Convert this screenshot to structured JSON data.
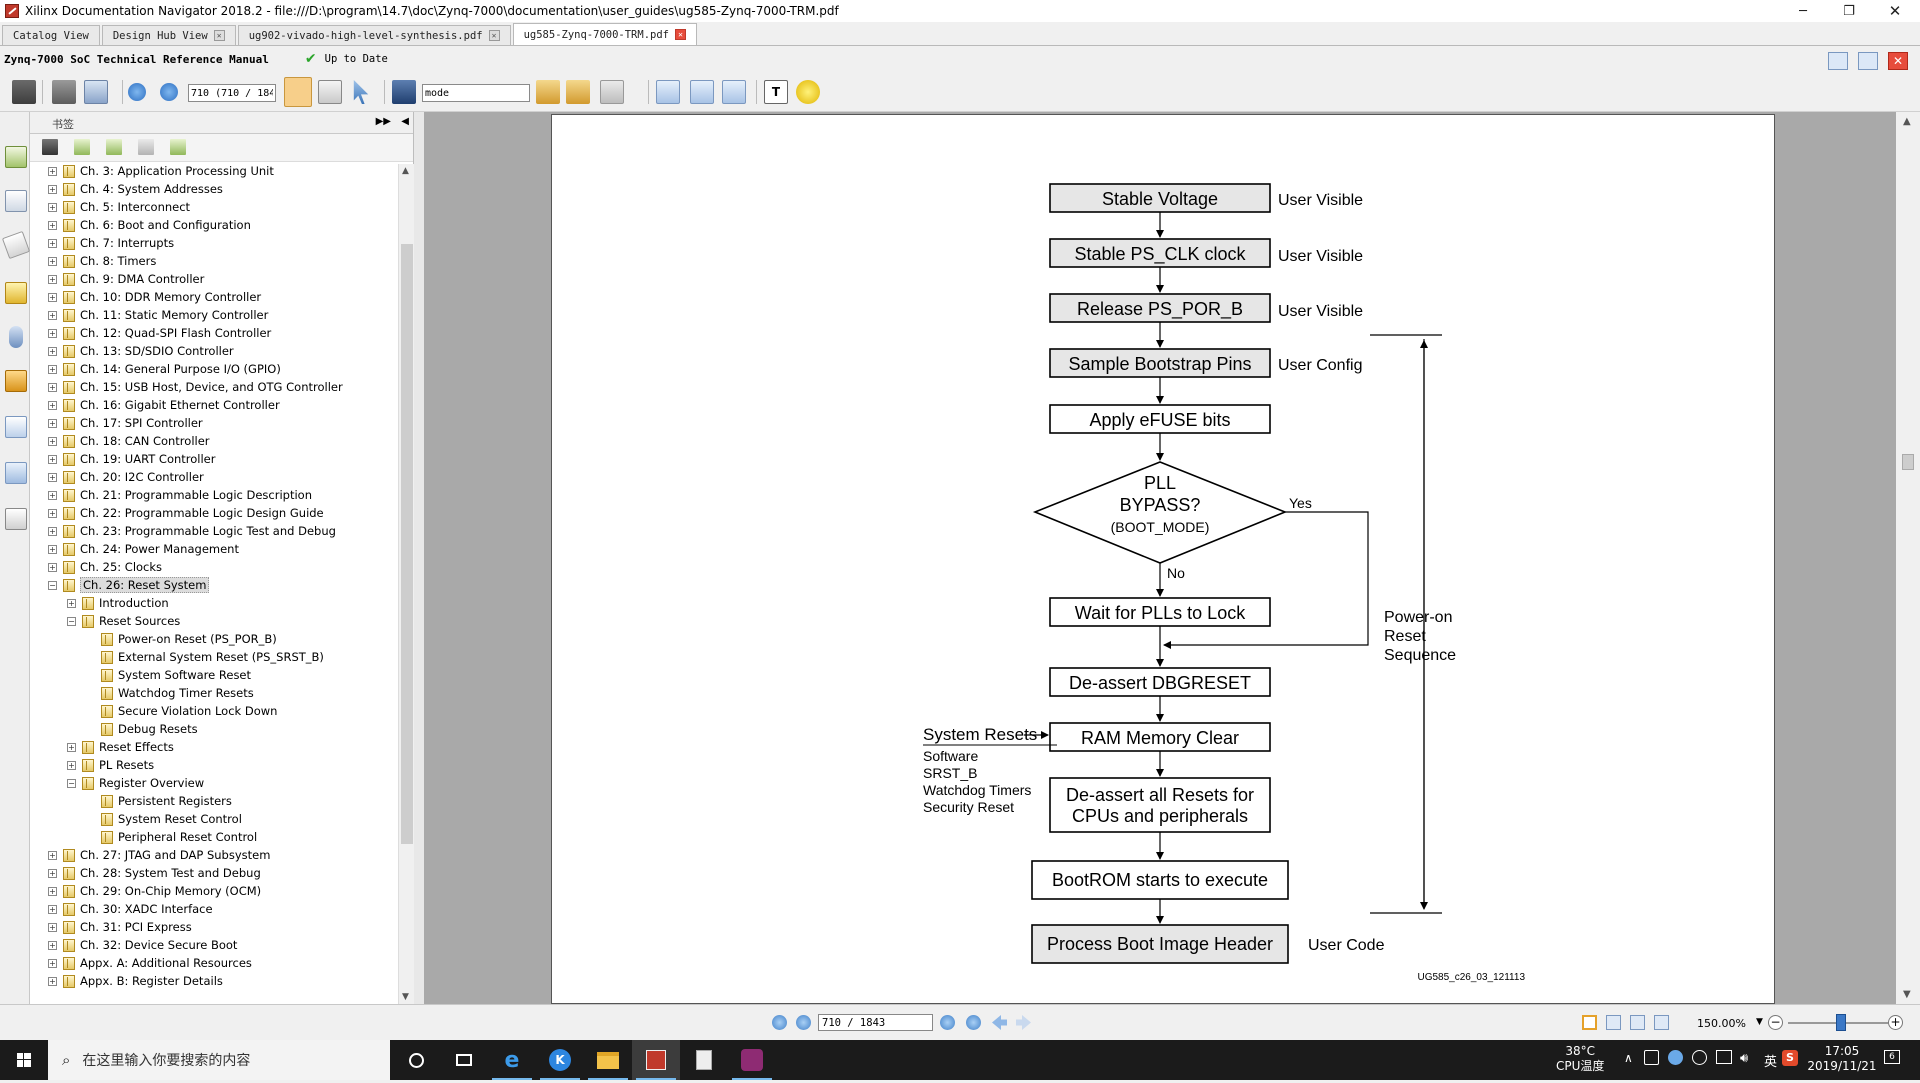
{
  "window": {
    "title": "Xilinx Documentation Navigator 2018.2 - file:///D:\\program\\14.7\\doc\\Zynq-7000\\documentation\\user_guides\\ug585-Zynq-7000-TRM.pdf"
  },
  "tabs": [
    {
      "label": "Catalog View"
    },
    {
      "label": "Design Hub View"
    },
    {
      "label": "ug902-vivado-high-level-synthesis.pdf"
    },
    {
      "label": "ug585-Zynq-7000-TRM.pdf"
    }
  ],
  "doc_header": {
    "title": "Zynq-7000 SoC Technical Reference Manual",
    "status": "Up to Date"
  },
  "toolbar": {
    "page_field": "710 (710 / 184",
    "search_field": "mode"
  },
  "bookmarks": {
    "panel_label": "书签",
    "items": [
      {
        "label": "Ch. 3: Application Processing Unit"
      },
      {
        "label": "Ch. 4: System Addresses"
      },
      {
        "label": "Ch. 5: Interconnect"
      },
      {
        "label": "Ch. 6: Boot and Configuration"
      },
      {
        "label": "Ch. 7: Interrupts"
      },
      {
        "label": "Ch. 8: Timers"
      },
      {
        "label": "Ch. 9: DMA Controller"
      },
      {
        "label": "Ch. 10: DDR Memory Controller"
      },
      {
        "label": "Ch. 11: Static Memory Controller"
      },
      {
        "label": "Ch. 12: Quad-SPI Flash Controller"
      },
      {
        "label": "Ch. 13: SD/SDIO Controller"
      },
      {
        "label": "Ch. 14: General Purpose I/O (GPIO)"
      },
      {
        "label": "Ch. 15: USB Host, Device, and OTG Controller"
      },
      {
        "label": "Ch. 16: Gigabit Ethernet Controller"
      },
      {
        "label": "Ch. 17: SPI Controller"
      },
      {
        "label": "Ch. 18: CAN Controller"
      },
      {
        "label": "Ch. 19: UART Controller"
      },
      {
        "label": "Ch. 20: I2C Controller"
      },
      {
        "label": "Ch. 21: Programmable Logic Description"
      },
      {
        "label": "Ch. 22: Programmable Logic Design Guide"
      },
      {
        "label": "Ch. 23: Programmable Logic Test and Debug"
      },
      {
        "label": "Ch. 24: Power Management"
      },
      {
        "label": "Ch. 25: Clocks"
      },
      {
        "label": "Ch. 26: Reset System"
      },
      {
        "label": "Introduction"
      },
      {
        "label": "Reset Sources"
      },
      {
        "label": "Power-on Reset (PS_POR_B)"
      },
      {
        "label": "External System Reset (PS_SRST_B)"
      },
      {
        "label": "System Software Reset"
      },
      {
        "label": "Watchdog Timer Resets"
      },
      {
        "label": "Secure Violation Lock Down"
      },
      {
        "label": "Debug Resets"
      },
      {
        "label": "Reset Effects"
      },
      {
        "label": "PL Resets"
      },
      {
        "label": "Register Overview"
      },
      {
        "label": "Persistent Registers"
      },
      {
        "label": "System Reset Control"
      },
      {
        "label": "Peripheral Reset Control"
      },
      {
        "label": "Ch. 27: JTAG and DAP Subsystem"
      },
      {
        "label": "Ch. 28: System Test and Debug"
      },
      {
        "label": "Ch. 29: On-Chip Memory (OCM)"
      },
      {
        "label": "Ch. 30: XADC Interface"
      },
      {
        "label": "Ch. 31: PCI Express"
      },
      {
        "label": "Ch. 32: Device Secure Boot"
      },
      {
        "label": "Appx. A: Additional Resources"
      },
      {
        "label": "Appx. B: Register Details"
      }
    ]
  },
  "diagram": {
    "boxes": {
      "stable_voltage": "Stable Voltage",
      "stable_clk": "Stable PS_CLK clock",
      "release_por": "Release PS_POR_B",
      "sample_pins": "Sample Bootstrap Pins",
      "apply_efuse": "Apply eFUSE bits",
      "wait_plls": "Wait for PLLs to Lock",
      "deassert_dbg": "De-assert DBGRESET",
      "ram_clear": "RAM Memory Clear",
      "deassert_all_1": "De-assert all Resets for",
      "deassert_all_2": "CPUs and peripherals",
      "bootrom": "BootROM starts to execute",
      "process_header": "Process Boot Image Header"
    },
    "decision": {
      "line1": "PLL",
      "line2": "BYPASS?",
      "line3": "(BOOT_MODE)",
      "yes": "Yes",
      "no": "No"
    },
    "side_labels": {
      "uv1": "User Visible",
      "uv2": "User Visible",
      "uv3": "User Visible",
      "uc": "User Config",
      "ucode": "User Code"
    },
    "sequence_label": {
      "line1": "Power-on",
      "line2": "Reset",
      "line3": "Sequence"
    },
    "system_resets": {
      "title": "System Resets",
      "items": [
        "Software",
        "SRST_B",
        "Watchdog Timers",
        "Security Reset"
      ]
    },
    "figure_id": "UG585_c26_03_121113"
  },
  "statusbar": {
    "page_field": "710 / 1843",
    "zoom": "150.00%"
  },
  "taskbar": {
    "search_placeholder": "在这里输入你要搜索的内容",
    "temp": "38°C",
    "temp_label": "CPU温度",
    "ime": "英",
    "time": "17:05",
    "date": "2019/11/21",
    "notif_count": "6"
  },
  "colors": {
    "accent": "#76b9ed",
    "box_fill": "#e6e6e6",
    "viewer_bg": "#a9a9a9"
  }
}
